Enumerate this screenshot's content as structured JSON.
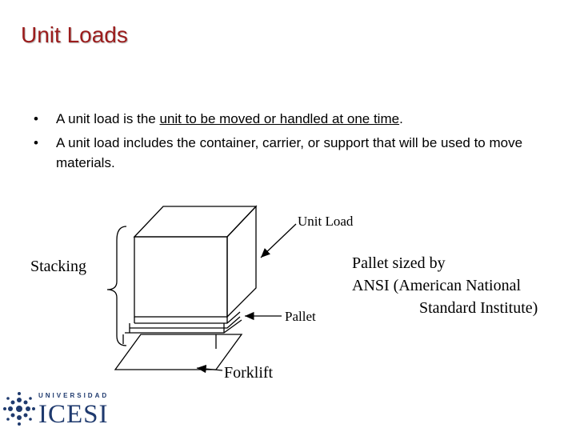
{
  "slide": {
    "title": "Unit Loads",
    "bullets": [
      {
        "before": "A unit load is the ",
        "underlined": "unit to be moved or handled at one time",
        "after": "."
      },
      {
        "text": "A unit load includes the container, carrier, or support that will be used to move materials."
      }
    ]
  },
  "diagram": {
    "labels": {
      "unit_load": "Unit Load",
      "stacking": "Stacking",
      "pallet": "Pallet",
      "forklift": "Forklift"
    },
    "pallet_note": [
      "Pallet sized by",
      "ANSI (American National",
      "Standard Institute)"
    ]
  },
  "logo": {
    "top_text": "UNIVERSIDAD",
    "main_text": "ICESI",
    "color": "#1f3a6e"
  },
  "colors": {
    "title": "#9b1c1c"
  }
}
